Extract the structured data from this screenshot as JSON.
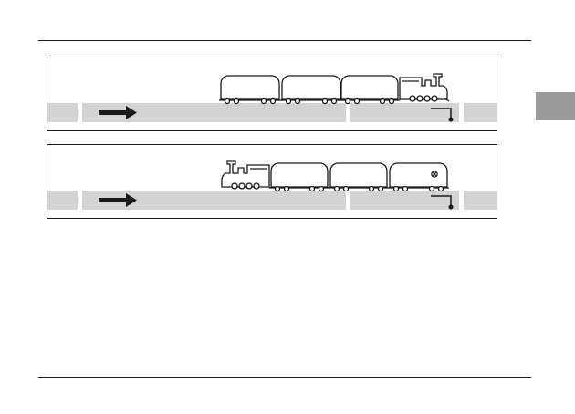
{
  "page": {
    "tab_color": "#9a9a9a",
    "line_color": "#1a1a1a"
  },
  "figures": [
    {
      "id": "top",
      "direction": "right",
      "locomotive_position": "front",
      "cars": 3,
      "car_marker": ""
    },
    {
      "id": "bottom",
      "direction": "right",
      "locomotive_position": "rear",
      "cars": 3,
      "car_marker": "⊗"
    }
  ],
  "icons": {
    "arrow": "arrow-right-icon",
    "locomotive": "steam-locomotive-icon",
    "car": "freight-car-icon",
    "signal": "track-signal-icon"
  },
  "colors": {
    "track": "#d3d3d3",
    "ink": "#1a1a1a"
  }
}
